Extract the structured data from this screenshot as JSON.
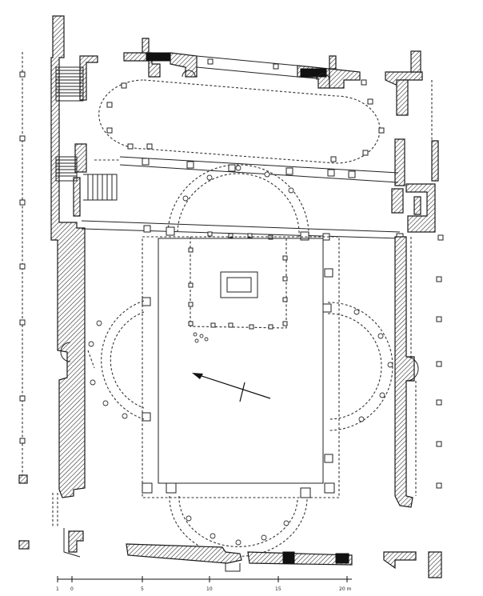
{
  "scale": {
    "labels": [
      "1",
      "0",
      "5",
      "10",
      "15",
      "20 m"
    ]
  }
}
